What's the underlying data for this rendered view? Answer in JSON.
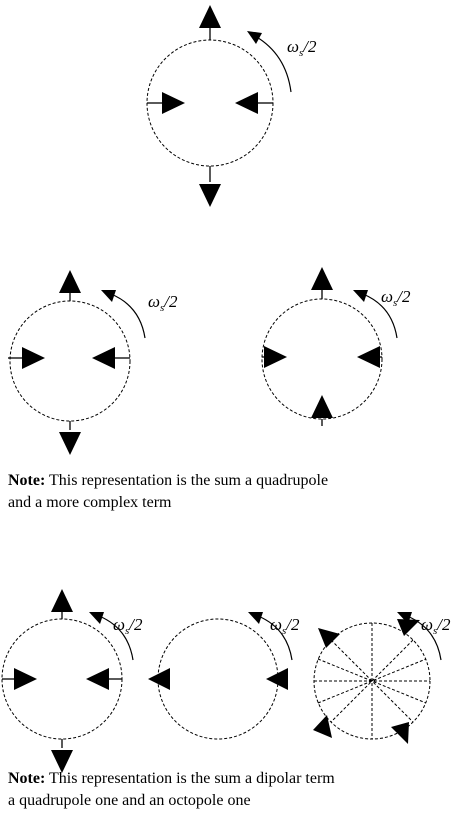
{
  "labels": {
    "rotation": "ω",
    "rotation_subscript": "s",
    "rotation_suffix": "/2"
  },
  "notes": [
    {
      "bold": "Note:",
      "line1": " This representation is the sum a quadrupole",
      "line2": "and a more complex term"
    },
    {
      "bold": "Note:",
      "line1": " This representation is the sum a dipolar term",
      "line2": "a quadrupole one and an octopole one"
    }
  ]
}
